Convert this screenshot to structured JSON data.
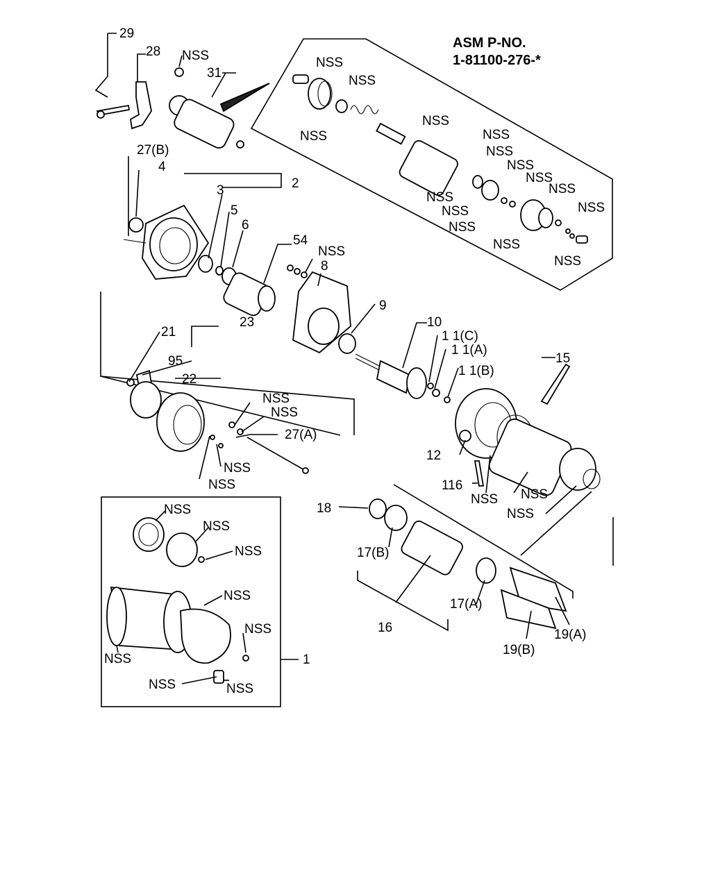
{
  "title": {
    "line1": "ASM P-NO.",
    "line2": "1-81100-276-*"
  },
  "labels": {
    "n29": "29",
    "n28": "28",
    "n31": "31",
    "n27b": "27(B)",
    "n4": "4",
    "n2": "2",
    "n3": "3",
    "n5": "5",
    "n6": "6",
    "n54": "54",
    "n8": "8",
    "n9": "9",
    "n10": "10",
    "n11c": "1 1(C)",
    "n11a": "1 1(A)",
    "n11b": "1 1(B)",
    "n15": "15",
    "n21": "21",
    "n23": "23",
    "n95": "95",
    "n22": "22",
    "n27a": "27(A)",
    "n12": "12",
    "n116": "116",
    "n18": "18",
    "n17b": "17(B)",
    "n16": "16",
    "n17a": "17(A)",
    "n19b": "19(B)",
    "n19a": "19(A)",
    "n1": "1",
    "nss": "NSS"
  }
}
